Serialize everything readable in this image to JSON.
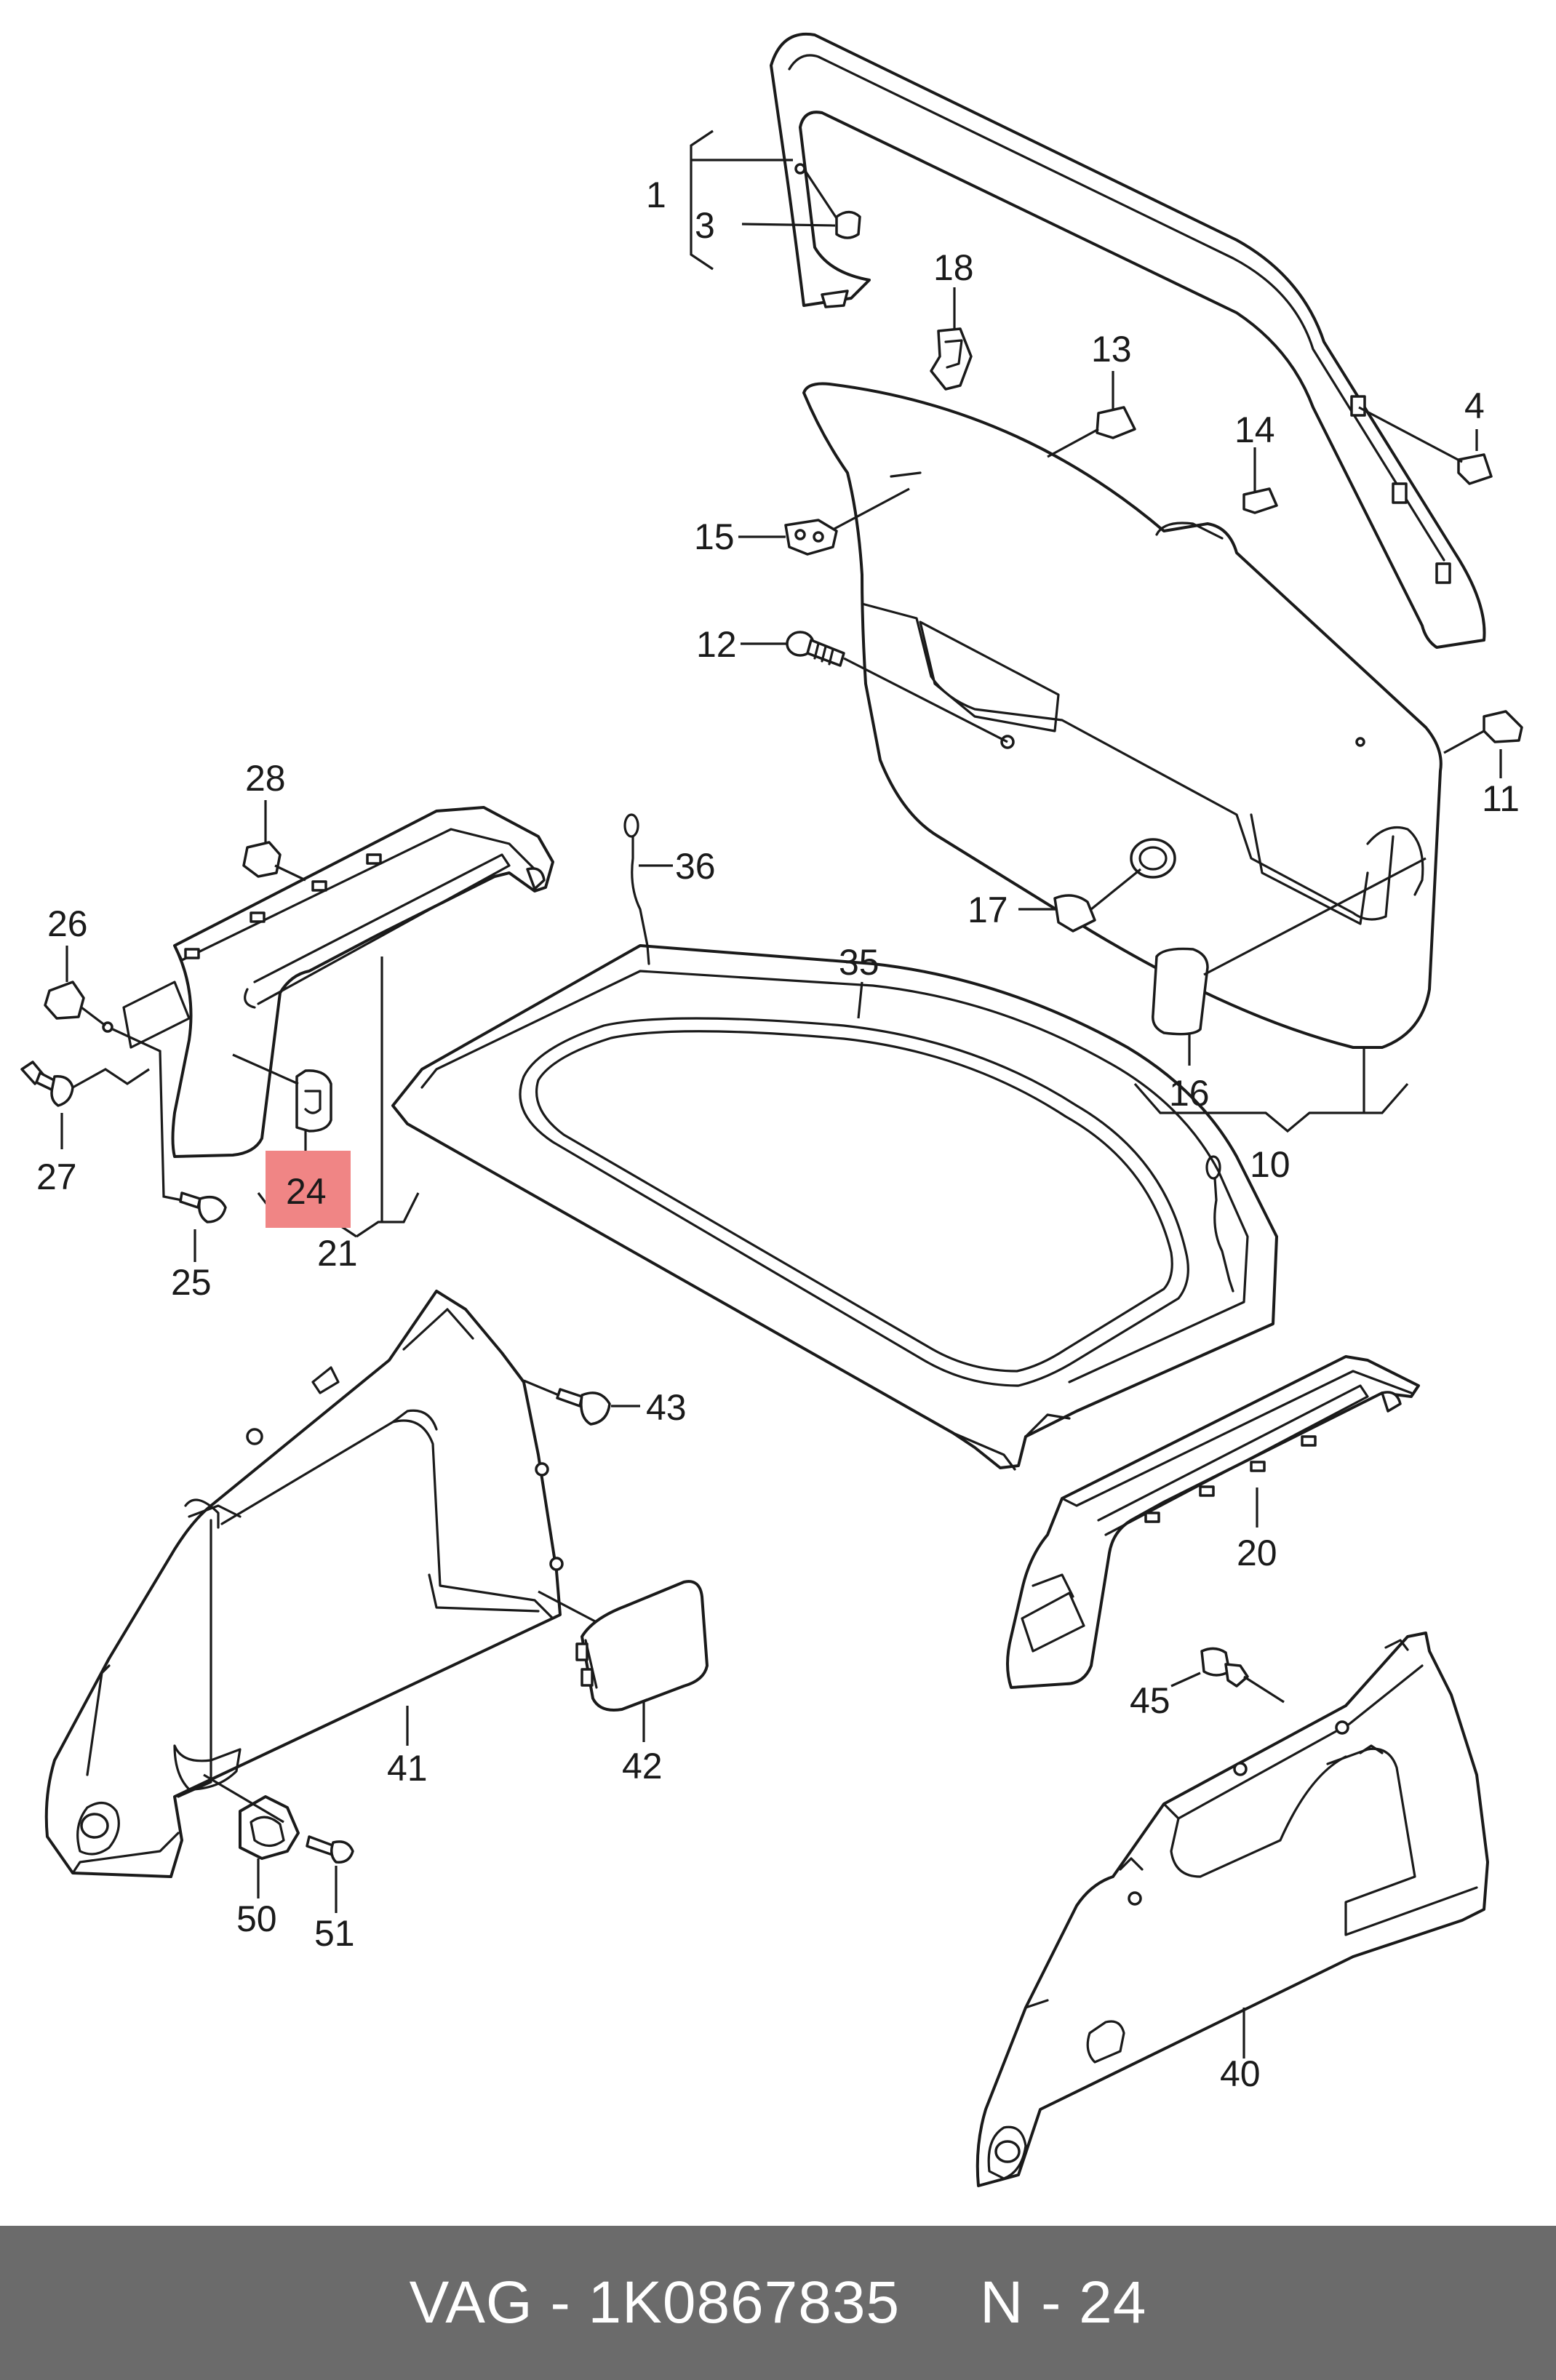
{
  "diagram": {
    "callouts": [
      "1",
      "3",
      "4",
      "10",
      "11",
      "12",
      "13",
      "14",
      "15",
      "16",
      "17",
      "18",
      "20",
      "21",
      "24",
      "25",
      "26",
      "27",
      "28",
      "35",
      "36",
      "40",
      "41",
      "42",
      "43",
      "45",
      "50",
      "51"
    ],
    "highlighted_part": "24",
    "highlight_color": "#f08585",
    "line_color": "#1a1a1a"
  },
  "footer": {
    "brand_part": "VAG - 1K0867835",
    "position": "N - 24",
    "background": "#6b6b6b"
  }
}
